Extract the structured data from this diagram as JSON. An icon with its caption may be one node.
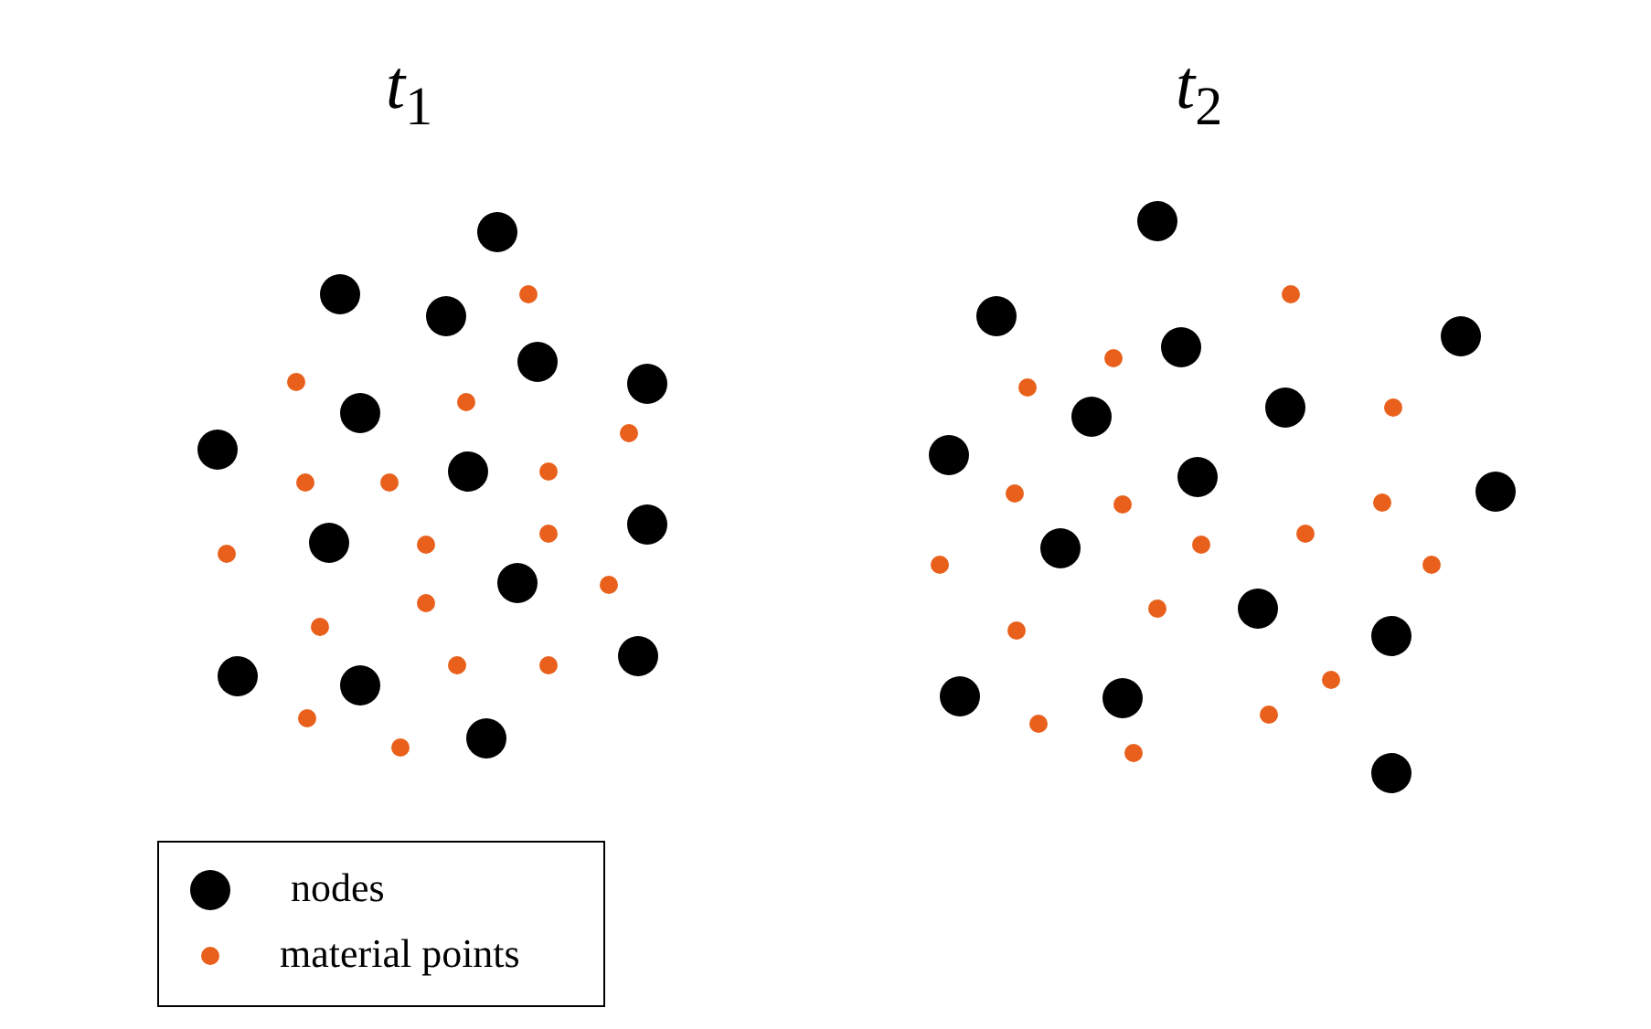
{
  "diagram": {
    "labels": [
      "*t*$_{1}$",
      "*t*$_{2}$"
    ],
    "legend": [
      {
        "text": "nodes",
        "color": "#000000"
      },
      {
        "text": "material points",
        "color": "#e8601c"
      }
    ]
  }
}
